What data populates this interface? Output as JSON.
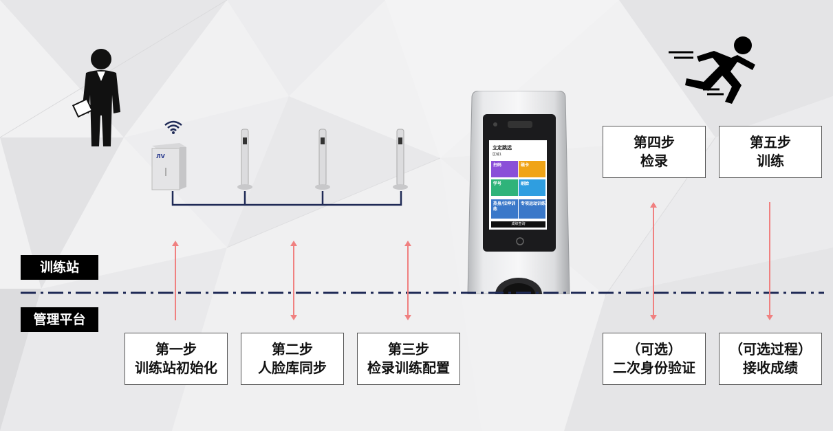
{
  "labels": {
    "station": "训练站",
    "platform": "管理平台"
  },
  "top_steps": [
    {
      "line1": "第四步",
      "line2": "检录"
    },
    {
      "line1": "第五步",
      "line2": "训练"
    }
  ],
  "bottom_steps": [
    {
      "line1": "第一步",
      "line2": "训练站初始化"
    },
    {
      "line1": "第二步",
      "line2": "人脸库同步"
    },
    {
      "line1": "第三步",
      "line2": "检录训练配置"
    },
    {
      "line1": "（可选）",
      "line2": "二次身份验证"
    },
    {
      "line1": "（可选过程）",
      "line2": "接收成绩"
    }
  ],
  "kiosk": {
    "title": "立定跳远",
    "area": "区域1",
    "tiles": [
      "扫码",
      "磁卡",
      "学号",
      "刷脸",
      "热身/拉伸训练",
      "专项运动训练"
    ],
    "bottom": "成绩查询"
  },
  "colors": {
    "arrow": "#f08080",
    "dash": "#1f2a56",
    "tag_bg": "#000000",
    "network_line": "#1f2a56"
  }
}
